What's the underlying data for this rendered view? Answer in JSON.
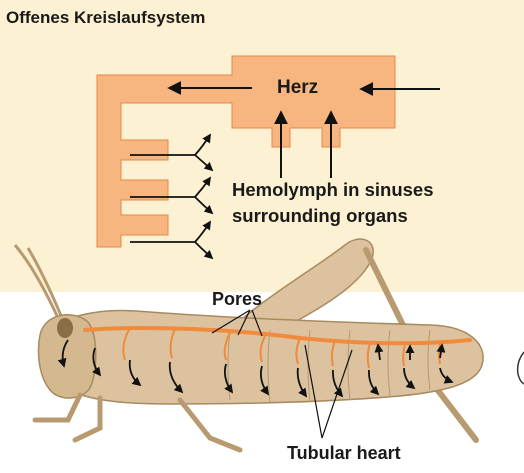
{
  "title": "Offenes Kreislaufsystem",
  "labels": {
    "heart": "Herz",
    "hemolymph": "Hemolymph in sinuses",
    "surrounding": "surrounding organs",
    "pores": "Pores",
    "tubular_heart": "Tubular heart"
  },
  "colors": {
    "panel_bg": "#fcf1d2",
    "vessel": "#f7b57f",
    "vessel_edge": "#e8894a",
    "heart_tube": "#f08a3c",
    "insect_body": "#dcc29e",
    "insect_dark": "#b89a70"
  }
}
